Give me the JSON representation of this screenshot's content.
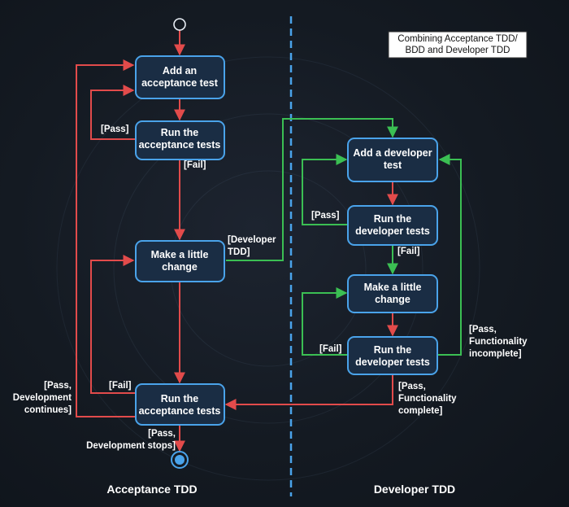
{
  "note": {
    "line1": "Combining Acceptance TDD/",
    "line2": "BDD and Developer TDD"
  },
  "lanes": {
    "left": "Acceptance TDD",
    "right": "Developer TDD"
  },
  "boxes": {
    "add_acceptance": [
      "Add an",
      "acceptance test"
    ],
    "run_acceptance_1": [
      "Run the",
      "acceptance tests"
    ],
    "make_change_left": [
      "Make a little",
      "change"
    ],
    "run_acceptance_2": [
      "Run the",
      "acceptance tests"
    ],
    "add_developer": [
      "Add a developer",
      "test"
    ],
    "run_developer_1": [
      "Run the",
      "developer tests"
    ],
    "make_change_right": [
      "Make a little",
      "change"
    ],
    "run_developer_2": [
      "Run the",
      "developer tests"
    ]
  },
  "labels": {
    "pass_1": "[Pass]",
    "fail_1": "[Fail]",
    "developer_tdd": [
      "[Developer",
      "TDD]"
    ],
    "fail_2": "[Fail]",
    "pass_dev_continues": [
      "[Pass,",
      "Development",
      "continues]"
    ],
    "pass_dev_stops": [
      "[Pass,",
      "Development stops]"
    ],
    "pass_right": "[Pass]",
    "fail_right_1": "[Fail]",
    "fail_right_2": "[Fail]",
    "pass_func_incomplete": [
      "[Pass,",
      "Functionality",
      "incomplete]"
    ],
    "pass_func_complete": [
      "[Pass,",
      "Functionality",
      "complete]"
    ]
  }
}
